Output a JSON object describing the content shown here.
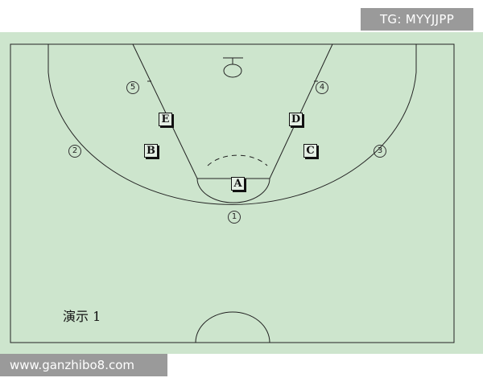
{
  "watermark": {
    "tg_text": "TG: MYYJJPP",
    "url_text": "www.ganzhibo8.com"
  },
  "caption": "演示 1",
  "players": [
    {
      "id": "A",
      "label": "A"
    },
    {
      "id": "B",
      "label": "B"
    },
    {
      "id": "C",
      "label": "C"
    },
    {
      "id": "D",
      "label": "D"
    },
    {
      "id": "E",
      "label": "E"
    }
  ],
  "spots": [
    {
      "id": "1",
      "label": "1"
    },
    {
      "id": "2",
      "label": "2"
    },
    {
      "id": "3",
      "label": "3"
    },
    {
      "id": "4",
      "label": "4"
    },
    {
      "id": "5",
      "label": "5"
    }
  ],
  "colors": {
    "court": "#cde5cd",
    "lines": "#222222",
    "watermark_bg": "#9a9a9a"
  }
}
